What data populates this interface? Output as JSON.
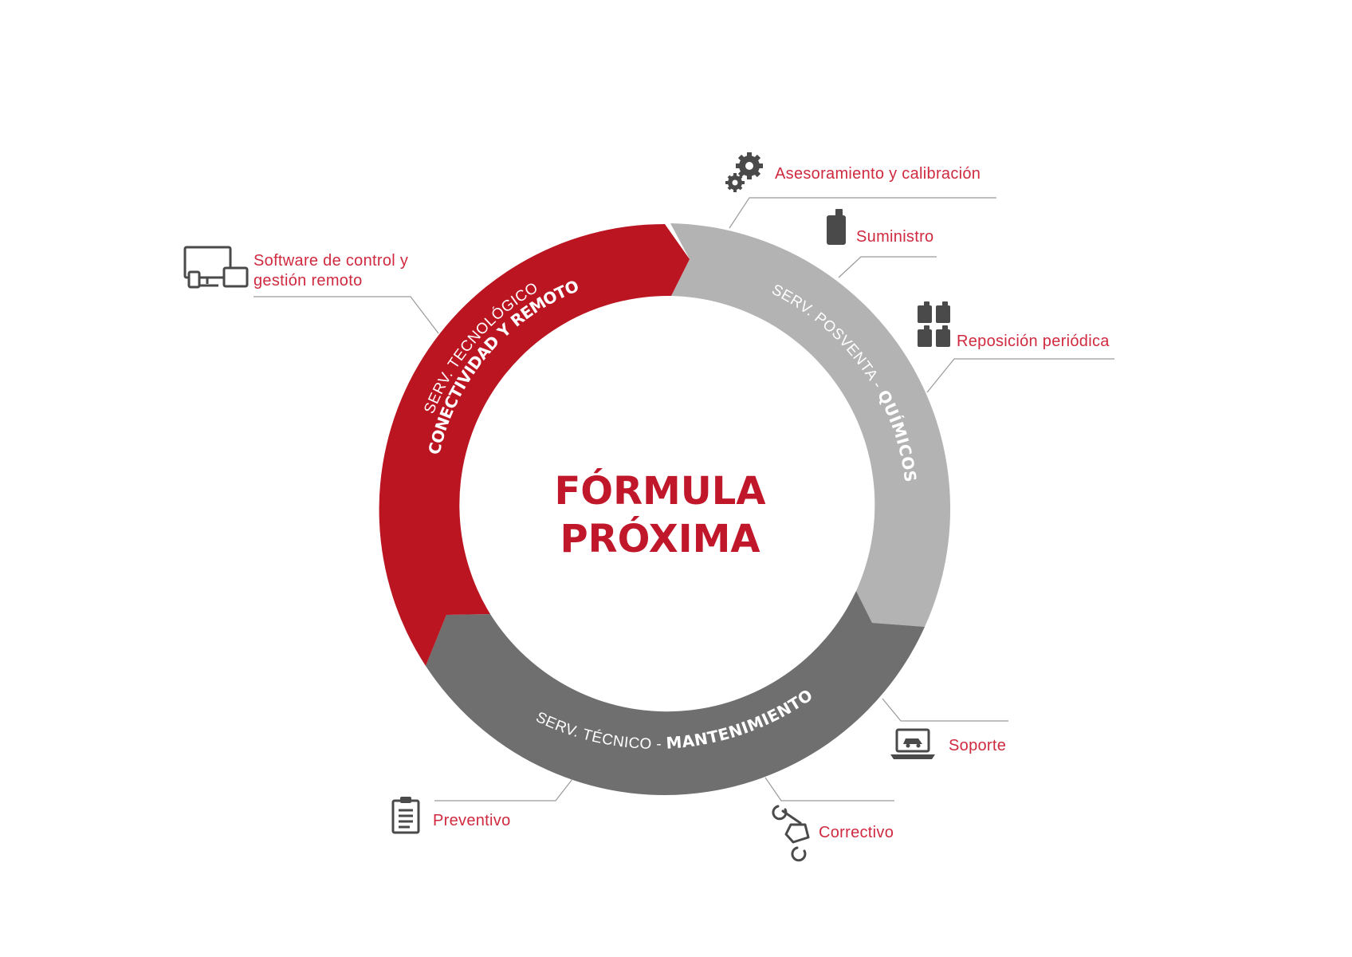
{
  "center": {
    "line1": "FÓRMULA",
    "line2": "PRÓXIMA"
  },
  "segments": {
    "tecnologico": {
      "light": "SERV. TECNOLÓGICO",
      "bold": "CONECTIVIDAD Y REMOTO",
      "color": "#bb1522"
    },
    "posventa": {
      "light": "SERV. POSVENTA - ",
      "bold": "QUÍMICOS",
      "color": "#b3b3b3"
    },
    "tecnico": {
      "light": "SERV. TÉCNICO - ",
      "bold": "MANTENIMIENTO",
      "color": "#6f6f6f"
    }
  },
  "services": {
    "asesoramiento": {
      "label": "Asesoramiento y calibración",
      "icon": "gears-icon"
    },
    "suministro": {
      "label": "Suministro",
      "icon": "canister-icon"
    },
    "reposicion": {
      "label": "Reposición periódica",
      "icon": "canisters-icon"
    },
    "software": {
      "line1": "Software de control y",
      "line2": "gestión remoto",
      "icon": "devices-icon"
    },
    "soporte": {
      "label": "Soporte",
      "icon": "laptop-car-icon"
    },
    "correctivo": {
      "label": "Correctivo",
      "icon": "wrench-hand-icon"
    },
    "preventivo": {
      "label": "Preventivo",
      "icon": "clipboard-icon"
    }
  },
  "colors": {
    "accent": "#c0182a",
    "label": "#cf2a3f",
    "icon": "#4a4a4a",
    "leader": "#9a9a9a"
  }
}
